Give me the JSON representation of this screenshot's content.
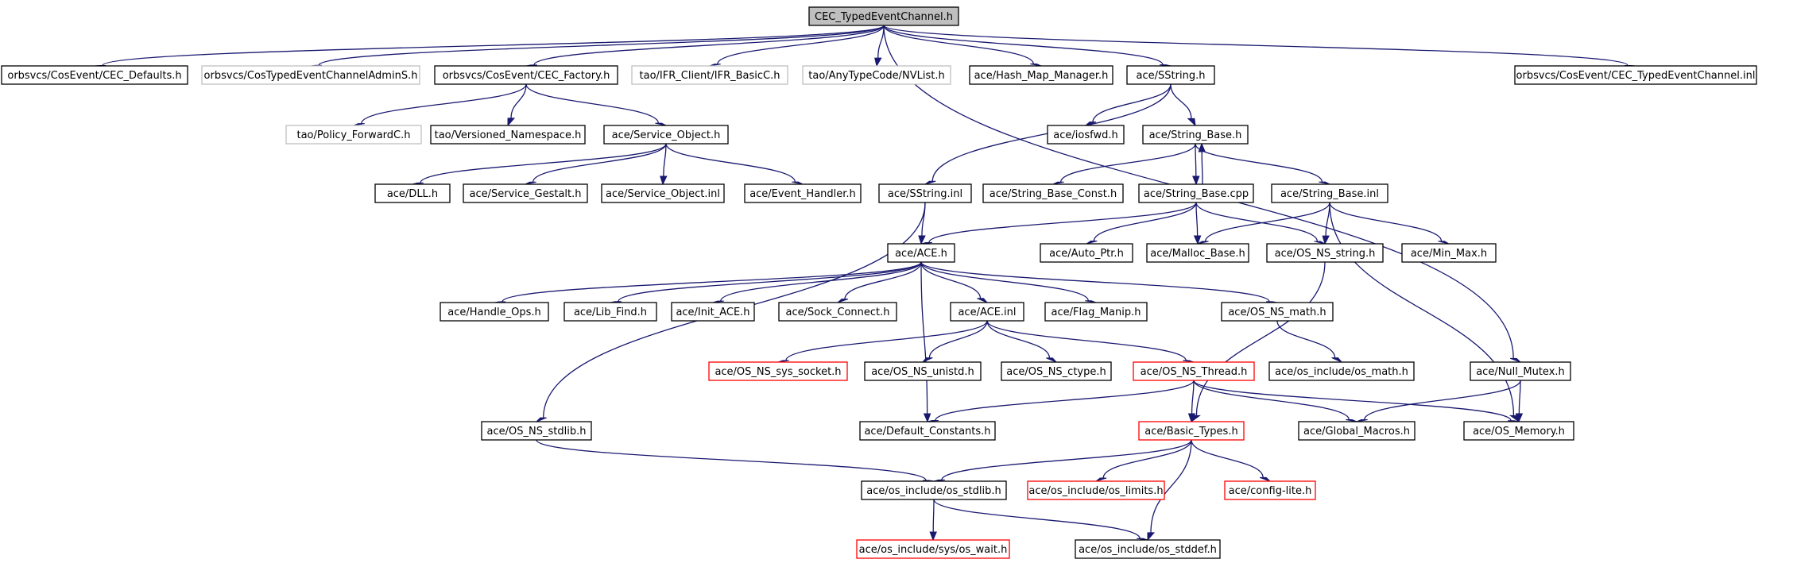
{
  "diagram": {
    "type": "include-dependency-graph",
    "colors": {
      "edge": "#191970",
      "border_normal": "#000000",
      "border_external": "#bfbfbf",
      "border_incomplete": "#ff0000",
      "root_fill": "#bfbfbf"
    },
    "nodes": [
      {
        "id": "root",
        "label": "CEC_TypedEventChannel.h",
        "style": "root"
      },
      {
        "id": "cec_defaults",
        "label": "orbsvcs/CosEvent/CEC_Defaults.h",
        "style": "normal"
      },
      {
        "id": "cosadmin",
        "label": "orbsvcs/CosTypedEventChannelAdminS.h",
        "style": "gray"
      },
      {
        "id": "cec_factory",
        "label": "orbsvcs/CosEvent/CEC_Factory.h",
        "style": "normal"
      },
      {
        "id": "ifr",
        "label": "tao/IFR_Client/IFR_BasicC.h",
        "style": "gray"
      },
      {
        "id": "nvlist",
        "label": "tao/AnyTypeCode/NVList.h",
        "style": "gray"
      },
      {
        "id": "hashmap",
        "label": "ace/Hash_Map_Manager.h",
        "style": "normal"
      },
      {
        "id": "sstring",
        "label": "ace/SString.h",
        "style": "normal"
      },
      {
        "id": "cec_inl",
        "label": "orbsvcs/CosEvent/CEC_TypedEventChannel.inl",
        "style": "normal"
      },
      {
        "id": "policy",
        "label": "tao/Policy_ForwardC.h",
        "style": "gray"
      },
      {
        "id": "versioned",
        "label": "tao/Versioned_Namespace.h",
        "style": "normal"
      },
      {
        "id": "service_object",
        "label": "ace/Service_Object.h",
        "style": "normal"
      },
      {
        "id": "iosfwd",
        "label": "ace/iosfwd.h",
        "style": "normal"
      },
      {
        "id": "string_base",
        "label": "ace/String_Base.h",
        "style": "normal"
      },
      {
        "id": "dll",
        "label": "ace/DLL.h",
        "style": "normal"
      },
      {
        "id": "gestalt",
        "label": "ace/Service_Gestalt.h",
        "style": "normal"
      },
      {
        "id": "so_inl",
        "label": "ace/Service_Object.inl",
        "style": "normal"
      },
      {
        "id": "event_handler",
        "label": "ace/Event_Handler.h",
        "style": "normal"
      },
      {
        "id": "sstring_inl",
        "label": "ace/SString.inl",
        "style": "normal"
      },
      {
        "id": "sb_const",
        "label": "ace/String_Base_Const.h",
        "style": "normal"
      },
      {
        "id": "sb_cpp",
        "label": "ace/String_Base.cpp",
        "style": "normal"
      },
      {
        "id": "sb_inl",
        "label": "ace/String_Base.inl",
        "style": "normal"
      },
      {
        "id": "ace_h",
        "label": "ace/ACE.h",
        "style": "normal"
      },
      {
        "id": "auto_ptr",
        "label": "ace/Auto_Ptr.h",
        "style": "normal"
      },
      {
        "id": "malloc_base",
        "label": "ace/Malloc_Base.h",
        "style": "normal"
      },
      {
        "id": "os_ns_string",
        "label": "ace/OS_NS_string.h",
        "style": "normal"
      },
      {
        "id": "min_max",
        "label": "ace/Min_Max.h",
        "style": "normal"
      },
      {
        "id": "handle_ops",
        "label": "ace/Handle_Ops.h",
        "style": "normal"
      },
      {
        "id": "lib_find",
        "label": "ace/Lib_Find.h",
        "style": "normal"
      },
      {
        "id": "init_ace",
        "label": "ace/Init_ACE.h",
        "style": "normal"
      },
      {
        "id": "sock_connect",
        "label": "ace/Sock_Connect.h",
        "style": "normal"
      },
      {
        "id": "ace_inl",
        "label": "ace/ACE.inl",
        "style": "normal"
      },
      {
        "id": "flag_manip",
        "label": "ace/Flag_Manip.h",
        "style": "normal"
      },
      {
        "id": "os_ns_math",
        "label": "ace/OS_NS_math.h",
        "style": "normal"
      },
      {
        "id": "os_ns_sys_socket",
        "label": "ace/OS_NS_sys_socket.h",
        "style": "red"
      },
      {
        "id": "os_ns_unistd",
        "label": "ace/OS_NS_unistd.h",
        "style": "normal"
      },
      {
        "id": "os_ns_ctype",
        "label": "ace/OS_NS_ctype.h",
        "style": "normal"
      },
      {
        "id": "os_ns_thread",
        "label": "ace/OS_NS_Thread.h",
        "style": "red"
      },
      {
        "id": "os_math",
        "label": "ace/os_include/os_math.h",
        "style": "normal"
      },
      {
        "id": "null_mutex",
        "label": "ace/Null_Mutex.h",
        "style": "normal"
      },
      {
        "id": "os_ns_stdlib",
        "label": "ace/OS_NS_stdlib.h",
        "style": "normal"
      },
      {
        "id": "default_constants",
        "label": "ace/Default_Constants.h",
        "style": "normal"
      },
      {
        "id": "basic_types",
        "label": "ace/Basic_Types.h",
        "style": "red"
      },
      {
        "id": "global_macros",
        "label": "ace/Global_Macros.h",
        "style": "normal"
      },
      {
        "id": "os_memory",
        "label": "ace/OS_Memory.h",
        "style": "normal"
      },
      {
        "id": "os_stdlib",
        "label": "ace/os_include/os_stdlib.h",
        "style": "normal"
      },
      {
        "id": "os_limits",
        "label": "ace/os_include/os_limits.h",
        "style": "red"
      },
      {
        "id": "config_lite",
        "label": "ace/config-lite.h",
        "style": "red"
      },
      {
        "id": "os_wait",
        "label": "ace/os_include/sys/os_wait.h",
        "style": "red"
      },
      {
        "id": "os_stddef",
        "label": "ace/os_include/os_stddef.h",
        "style": "normal"
      }
    ],
    "edges": [
      [
        "root",
        "cec_defaults"
      ],
      [
        "root",
        "cosadmin"
      ],
      [
        "root",
        "cec_factory"
      ],
      [
        "root",
        "ifr"
      ],
      [
        "root",
        "nvlist"
      ],
      [
        "root",
        "hashmap"
      ],
      [
        "root",
        "sstring"
      ],
      [
        "root",
        "cec_inl"
      ],
      [
        "root",
        "null_mutex"
      ],
      [
        "cec_factory",
        "policy"
      ],
      [
        "cec_factory",
        "versioned"
      ],
      [
        "cec_factory",
        "service_object"
      ],
      [
        "service_object",
        "dll"
      ],
      [
        "service_object",
        "gestalt"
      ],
      [
        "service_object",
        "so_inl"
      ],
      [
        "service_object",
        "event_handler"
      ],
      [
        "sstring",
        "iosfwd"
      ],
      [
        "sstring",
        "string_base"
      ],
      [
        "sstring",
        "sstring_inl"
      ],
      [
        "string_base",
        "sb_const"
      ],
      [
        "string_base",
        "sb_cpp"
      ],
      [
        "string_base",
        "sb_inl"
      ],
      [
        "sb_cpp",
        "string_base"
      ],
      [
        "sb_cpp",
        "ace_h"
      ],
      [
        "sb_cpp",
        "auto_ptr"
      ],
      [
        "sb_cpp",
        "malloc_base"
      ],
      [
        "sb_cpp",
        "os_ns_string"
      ],
      [
        "sb_inl",
        "malloc_base"
      ],
      [
        "sb_inl",
        "os_ns_string"
      ],
      [
        "sb_inl",
        "min_max"
      ],
      [
        "sb_inl",
        "os_memory"
      ],
      [
        "sstring_inl",
        "ace_h"
      ],
      [
        "sstring_inl",
        "os_ns_stdlib"
      ],
      [
        "ace_h",
        "handle_ops"
      ],
      [
        "ace_h",
        "lib_find"
      ],
      [
        "ace_h",
        "init_ace"
      ],
      [
        "ace_h",
        "sock_connect"
      ],
      [
        "ace_h",
        "ace_inl"
      ],
      [
        "ace_h",
        "flag_manip"
      ],
      [
        "ace_h",
        "os_ns_math"
      ],
      [
        "ace_h",
        "default_constants"
      ],
      [
        "ace_inl",
        "os_ns_sys_socket"
      ],
      [
        "ace_inl",
        "os_ns_unistd"
      ],
      [
        "ace_inl",
        "os_ns_ctype"
      ],
      [
        "ace_inl",
        "os_ns_thread"
      ],
      [
        "os_ns_math",
        "os_math"
      ],
      [
        "os_ns_string",
        "basic_types"
      ],
      [
        "os_ns_thread",
        "default_constants"
      ],
      [
        "os_ns_thread",
        "basic_types"
      ],
      [
        "os_ns_thread",
        "global_macros"
      ],
      [
        "os_ns_thread",
        "os_memory"
      ],
      [
        "null_mutex",
        "global_macros"
      ],
      [
        "null_mutex",
        "os_memory"
      ],
      [
        "os_ns_stdlib",
        "os_stdlib"
      ],
      [
        "basic_types",
        "os_stdlib"
      ],
      [
        "basic_types",
        "os_limits"
      ],
      [
        "basic_types",
        "config_lite"
      ],
      [
        "basic_types",
        "os_stddef"
      ],
      [
        "os_stdlib",
        "os_wait"
      ],
      [
        "os_stdlib",
        "os_stddef"
      ]
    ]
  }
}
